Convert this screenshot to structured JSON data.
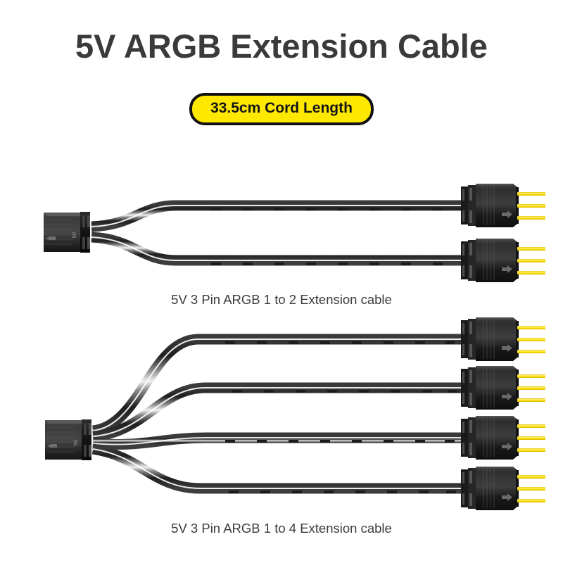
{
  "page": {
    "title": "5V ARGB Extension Cable",
    "background_color": "#ffffff",
    "title_color": "#3a3a3a"
  },
  "badge": {
    "label": "33.5cm Cord Length",
    "fill_color": "#FFE800",
    "border_color": "#111111",
    "text_color": "#141414"
  },
  "products": [
    {
      "id": "argb-1-to-2",
      "caption": "5V 3 Pin ARGB 1 to 2 Extension cable",
      "input_connectors": 1,
      "output_connectors": 2,
      "pins_per_connector": 3,
      "female_connector": {
        "arrow_direction": "left",
        "voltage_label": "5V",
        "body_color": "#3b3b3b"
      },
      "male_connectors": [
        {
          "index": 1,
          "arrow_direction": "right",
          "pin_color": "#FFE000"
        },
        {
          "index": 2,
          "arrow_direction": "right",
          "pin_color": "#FFE000"
        }
      ]
    },
    {
      "id": "argb-1-to-4",
      "caption": "5V 3 Pin ARGB 1 to 4 Extension cable",
      "input_connectors": 1,
      "output_connectors": 4,
      "pins_per_connector": 3,
      "female_connector": {
        "arrow_direction": "left",
        "voltage_label": "5V",
        "body_color": "#3b3b3b"
      },
      "male_connectors": [
        {
          "index": 1,
          "arrow_direction": "right",
          "pin_color": "#FFE000"
        },
        {
          "index": 2,
          "arrow_direction": "right",
          "pin_color": "#FFE000"
        },
        {
          "index": 3,
          "arrow_direction": "right",
          "pin_color": "#FFE000"
        },
        {
          "index": 4,
          "arrow_direction": "right",
          "pin_color": "#FFE000"
        }
      ]
    }
  ],
  "colors": {
    "cable_dark": "#2a2a2a",
    "cable_mid": "#6a6a6a",
    "cable_highlight": "#ffffff",
    "pin_yellow": "#FFE000",
    "connector_black": "#1c1c1c"
  }
}
